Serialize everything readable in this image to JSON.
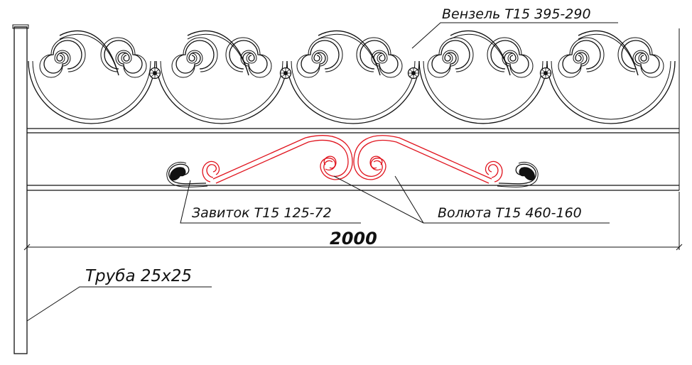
{
  "labels": {
    "monogram": "Вензель Т15 395-290",
    "curl": "Завиток Т15 125-72",
    "volute": "Волюта Т15 460-160",
    "length": "2000",
    "pipe": "Труба 25х25"
  },
  "colors": {
    "ink": "#111111",
    "volute": "#e0141e",
    "background": "#ffffff"
  }
}
